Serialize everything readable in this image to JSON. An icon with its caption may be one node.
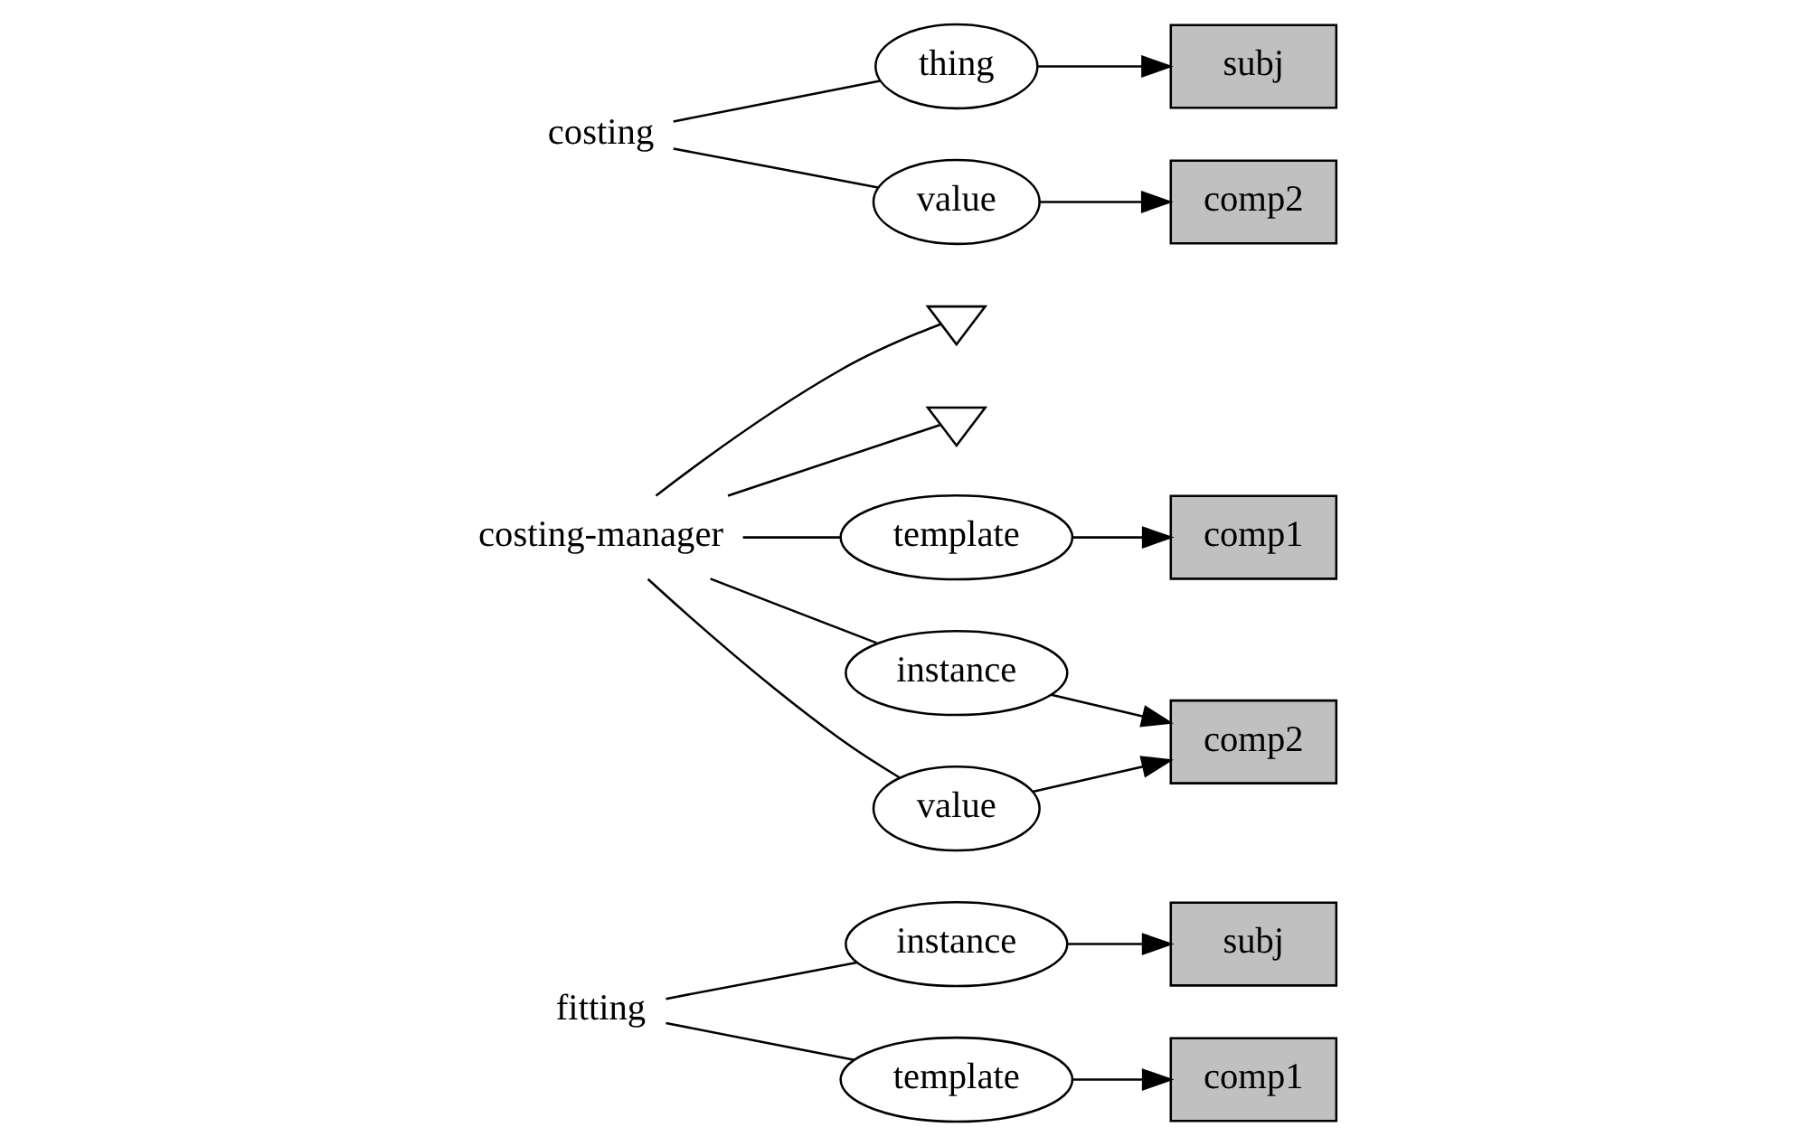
{
  "diagram": {
    "nodes": [
      {
        "text": [
          "fitting"
        ]
      },
      {
        "text": [],
        "shape": "triangle"
      },
      {
        "text": [
          "instance"
        ]
      },
      {
        "text": [
          "subj"
        ]
      },
      {
        "text": [
          "template"
        ]
      },
      {
        "text": [
          "comp1"
        ]
      },
      {
        "text": [
          "costing"
        ]
      },
      {
        "text": [],
        "shape": "triangle"
      },
      {
        "text": [
          "thing"
        ]
      },
      {
        "text": [
          "subj"
        ]
      },
      {
        "text": [
          "value"
        ]
      },
      {
        "text": [
          "comp2"
        ]
      },
      {
        "text": [
          "costing-manager"
        ]
      },
      {
        "text": [
          "template"
        ]
      },
      {
        "text": [
          "comp1"
        ]
      },
      {
        "text": [
          "instance"
        ]
      },
      {
        "text": [
          "value"
        ]
      },
      {
        "text": [
          "comp2"
        ]
      }
    ],
    "edges": [
      {
        "from": 0,
        "to": 2,
        "arrow": "none"
      },
      {
        "from": 2,
        "to": 3,
        "arrow": "to"
      },
      {
        "from": 0,
        "to": 4,
        "arrow": "none"
      },
      {
        "from": 4,
        "to": 5,
        "arrow": "to"
      },
      {
        "from": 6,
        "to": 8,
        "arrow": "none"
      },
      {
        "from": 8,
        "to": 9,
        "arrow": "to"
      },
      {
        "from": 6,
        "to": 10,
        "arrow": "none"
      },
      {
        "from": 10,
        "to": 11,
        "arrow": "to"
      },
      {
        "from": 12,
        "to": 1,
        "arrow": "none"
      },
      {
        "from": 12,
        "to": 7,
        "arrow": "none"
      },
      {
        "from": 12,
        "to": 13,
        "arrow": "none"
      },
      {
        "from": 13,
        "to": 14,
        "arrow": "to"
      },
      {
        "from": 12,
        "to": 15,
        "arrow": "none"
      },
      {
        "from": 15,
        "to": 17,
        "arrow": "to"
      },
      {
        "from": 12,
        "to": 16,
        "arrow": "none"
      },
      {
        "from": 16,
        "to": 17,
        "arrow": "to"
      }
    ]
  }
}
